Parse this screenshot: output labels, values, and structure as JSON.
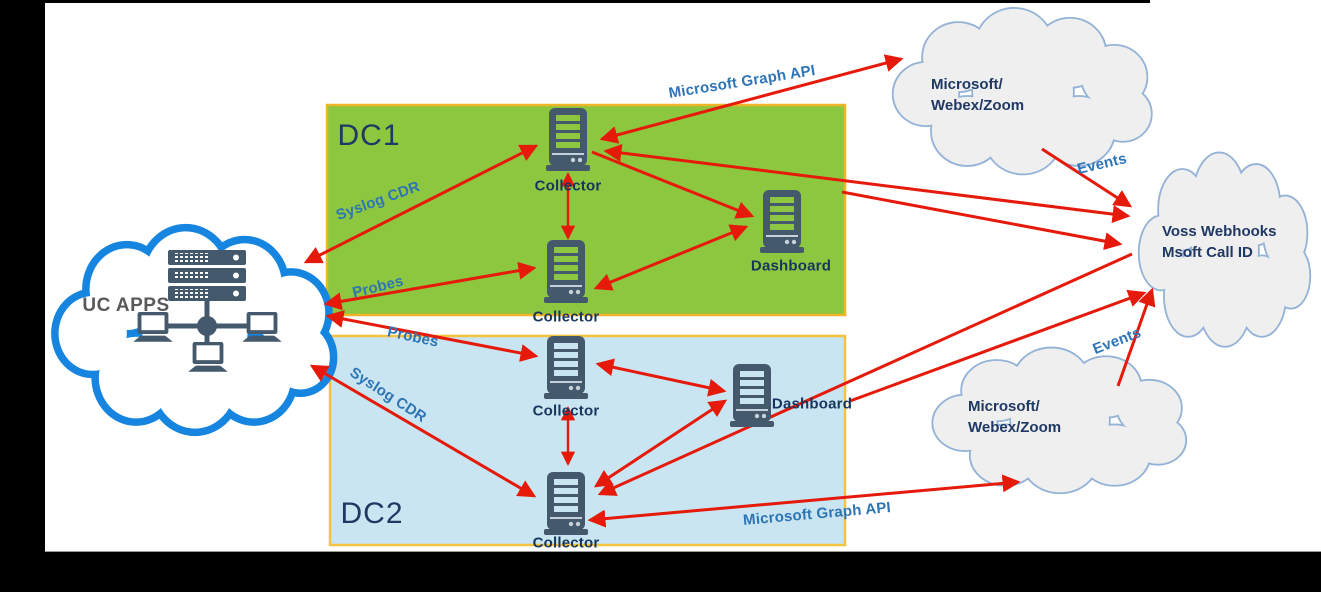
{
  "diagram": {
    "zones": {
      "dc1": {
        "label": "DC1"
      },
      "dc2": {
        "label": "DC2"
      }
    },
    "clouds": {
      "uc_apps": {
        "label": "UC APPS"
      },
      "ms_top": {
        "line1": "Microsoft/",
        "line2": "Webex/Zoom"
      },
      "ms_bottom": {
        "line1": "Microsoft/",
        "line2": "Webex/Zoom"
      },
      "voss": {
        "line1": "Voss Webhooks",
        "line2": "Msoft Call ID"
      }
    },
    "nodes": {
      "dc1_collector_top": {
        "label": "Collector"
      },
      "dc1_collector_bottom": {
        "label": "Collector"
      },
      "dc1_dashboard": {
        "label": "Dashboard"
      },
      "dc2_collector_top": {
        "label": "Collector"
      },
      "dc2_collector_bottom": {
        "label": "Collector"
      },
      "dc2_dashboard": {
        "label": "Dashboard"
      }
    },
    "edge_labels": {
      "syslog_cdr_dc1": "Syslog CDR",
      "probes_dc1": "Probes",
      "probes_dc2": "Probes",
      "syslog_cdr_dc2": "Syslog CDR",
      "graph_api_top": "Microsoft Graph API",
      "graph_api_bottom": "Microsoft Graph API",
      "events_top": "Events",
      "events_bottom": "Events"
    },
    "colors": {
      "arrow_red": "#E61A0B",
      "dc1_fill": "#8DC63F",
      "dc1_border": "#F0B428",
      "dc2_fill": "#C8E5F1",
      "dc2_border": "#F5C242",
      "edge_label_blue": "#2E75B6",
      "node_label_navy": "#17365D",
      "zone_label_navy": "#1F3864",
      "uc_cloud_stroke": "#1585E0",
      "gray_cloud_stroke": "#94B3D6",
      "gray_cloud_fill": "#EFEFEF",
      "server_icon_slate": "#44596C"
    }
  }
}
